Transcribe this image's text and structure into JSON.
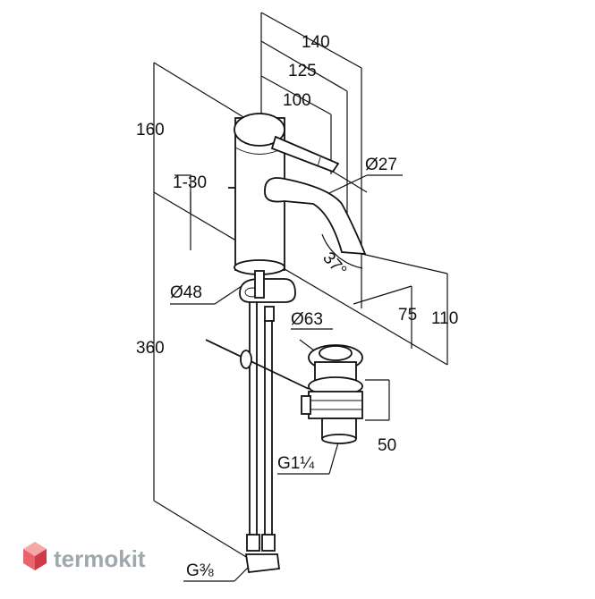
{
  "drawing": {
    "dimensions": {
      "d140": "140",
      "d125": "125",
      "d100": "100",
      "d160": "160",
      "d27": "Ø27",
      "d1_30": "1-30",
      "d37": "37°",
      "d48": "Ø48",
      "d75": "75",
      "d110": "110",
      "d63": "Ø63",
      "d360": "360",
      "d50": "50",
      "g114": "G1¼",
      "g38": "G⅜"
    }
  },
  "watermark": {
    "text": "termokit",
    "colors": {
      "logo_top": "#f4a9a8",
      "logo_left": "#e8636b",
      "logo_right": "#cf3a4b",
      "text": "#9ea8ad"
    }
  }
}
